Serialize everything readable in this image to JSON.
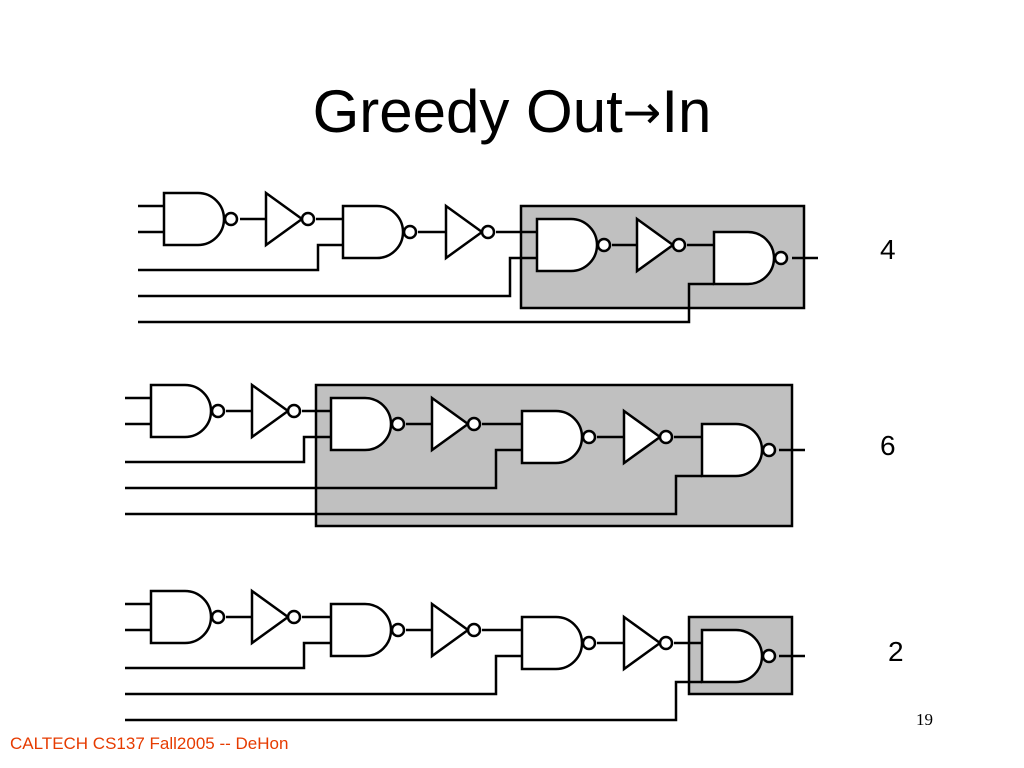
{
  "slide": {
    "title_prefix": "Greedy Out",
    "title_arrow": "→",
    "title_suffix": "In",
    "page_number": "19",
    "footer": "CALTECH CS137 Fall2005 -- DeHon"
  },
  "colors": {
    "highlight_fill": "#c0c0c0",
    "line": "#000000",
    "footer": "#e63b00"
  },
  "diagrams": [
    {
      "count_label": "4",
      "highlighted_gates": 2
    },
    {
      "count_label": "6",
      "highlighted_gates": 3
    },
    {
      "count_label": "2",
      "highlighted_gates": 1
    }
  ]
}
